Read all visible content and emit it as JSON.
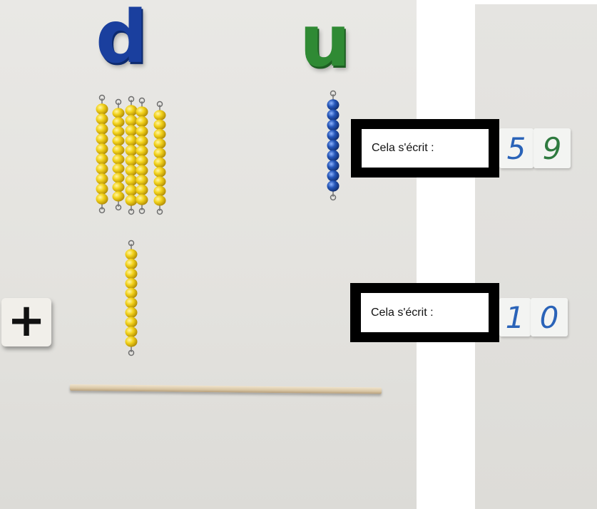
{
  "image": {
    "place_value_letters": {
      "tens": "d",
      "units": "u"
    },
    "labels": [
      "Cela s'écrit :",
      "Cela s'écrit :"
    ],
    "number_cards_first": [
      "5",
      "9"
    ],
    "number_cards_second": [
      "1",
      "0"
    ],
    "operator": "+",
    "bead_bars": {
      "first_number": {
        "tens_bars": 5,
        "units_beads": 9
      },
      "second_number": {
        "tens_bars": 1,
        "units_beads": 0
      }
    },
    "colors": {
      "tens_letter": "#1a3f9e",
      "units_letter": "#2f8a34",
      "ten_bar_beads": "#f2d21a",
      "unit_beads": "#2556b8",
      "card_digit_blue": "#2a63b8",
      "card_digit_green": "#2e7a3f"
    }
  }
}
